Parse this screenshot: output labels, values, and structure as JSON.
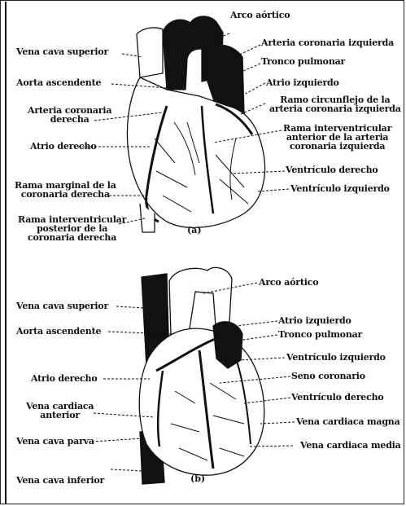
{
  "figure_a": {
    "caption": "(a)",
    "labels": {
      "arco_aortico": "Arco aórtico",
      "vena_cava_superior": "Vena cava superior",
      "arteria_coronaria_izquierda": "Arteria coronaria izquierda",
      "tronco_pulmonar": "Tronco pulmonar",
      "aorta_ascendente": "Aorta ascendente",
      "atrio_izquierdo": "Atrio izquierdo",
      "ramo_circunflejo": "Ramo circunflejo de la\narteria coronaria izquierda",
      "arteria_coronaria_derecha": "Arteria coronaria\nderecha",
      "rama_interventricular_anterior": "Rama interventricular\nanterior de la arteria\ncoronaria izquierda",
      "atrio_derecho": "Atrio derecho",
      "ventriculo_derecho": "Ventrículo derecho",
      "rama_marginal": "Rama marginal de la\ncoronaria derecha",
      "ventriculo_izquierdo": "Ventrículo izquierdo",
      "rama_interventricular_posterior": "Rama interventricular\nposterior de la\ncoronaria derecha"
    }
  },
  "figure_b": {
    "caption": "(b)",
    "labels": {
      "arco_aortico": "Arco aórtico",
      "vena_cava_superior": "Vena cava superior",
      "atrio_izquierdo": "Atrio izquierdo",
      "aorta_ascendente": "Aorta ascendente",
      "tronco_pulmonar": "Tronco pulmonar",
      "ventriculo_izquierdo": "Ventrículo izquierdo",
      "atrio_derecho": "Atrio derecho",
      "seno_coronario": "Seno coronario",
      "vena_cardiaca_anterior": "Vena cardiaca\nanterior",
      "ventriculo_derecho": "Ventrículo derecho",
      "vena_cardiaca_magna": "Vena cardiaca magna",
      "vena_cava_parva": "Vena cava parva",
      "vena_cardiaca_media": "Vena cardiaca media",
      "vena_cava_inferior": "Vena cava inferior"
    }
  }
}
